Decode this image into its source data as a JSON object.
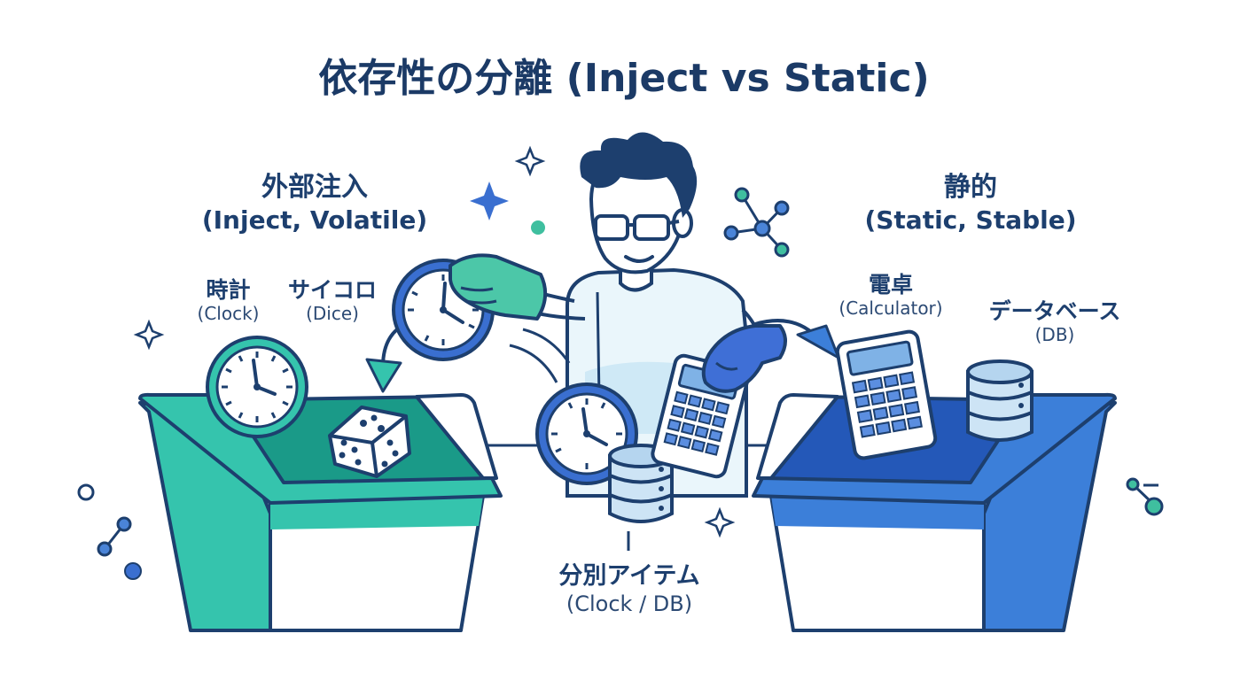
{
  "title": "依存性の分離 (Inject vs Static)",
  "inject": {
    "heading": "外部注入",
    "subheading": "(Inject, Volatile)",
    "items": [
      {
        "name": "時計",
        "en": "(Clock)"
      },
      {
        "name": "サイコロ",
        "en": "(Dice)"
      }
    ]
  },
  "static": {
    "heading": "静的",
    "subheading": "(Static, Stable)",
    "items": [
      {
        "name": "電卓",
        "en": "(Calculator)"
      },
      {
        "name": "データベース",
        "en": "(DB)"
      }
    ]
  },
  "sorting": {
    "label": "分別アイテム",
    "sub": "(Clock / DB)"
  },
  "colors": {
    "inject_bin": "#35c4ad",
    "inject_bin_dark": "#1a9a88",
    "static_bin": "#3c7fd9",
    "static_bin_dark": "#2458b8",
    "outline": "#1d3f6e",
    "glove_green": "#4cc7a8",
    "glove_blue": "#3f6fd6"
  }
}
